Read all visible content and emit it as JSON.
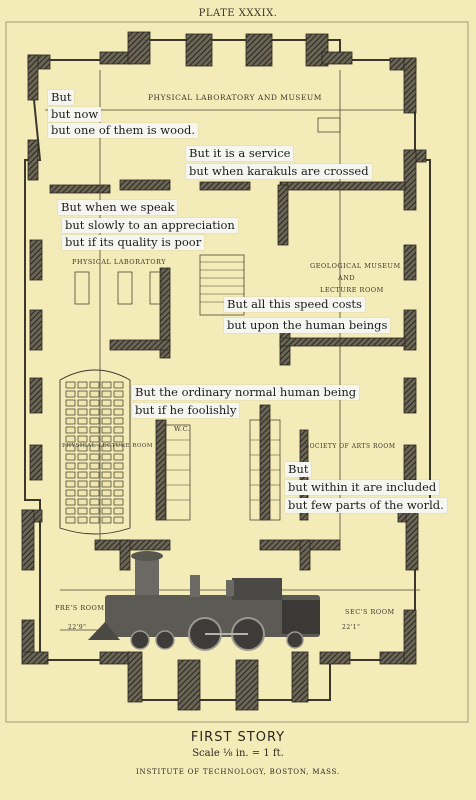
{
  "plate": "PLATE XXXIX.",
  "rooms": {
    "physical_lab_museum": "PHYSICAL LABORATORY AND MUSEUM",
    "physical_laboratory": "PHYSICAL LABORATORY",
    "geological_museum": "GEOLOGICAL MUSEUM",
    "and": "AND",
    "lecture_room": "LECTURE ROOM",
    "physical_lecture_room": "PHYSICAL LECTURE ROOM",
    "wc": "W.C.",
    "society_of_arts_room": "SOCIETY OF ARTS ROOM",
    "presidents_room": "PRE'S ROOM",
    "secretarys_room": "SEC'S ROOM"
  },
  "dimensions": {
    "d1": "22'9\"",
    "d2": "22'1\""
  },
  "clippings": [
    "But",
    "but now",
    "but one of them is wood.",
    "But it is a service",
    "but when karakuls are crossed",
    "But when we speak",
    "but slowly to an appreciation",
    "but if its quality is poor",
    "But all this speed costs",
    "but upon the human beings",
    "But the ordinary normal human being",
    "but if he foolishly",
    "But",
    "but within it are included",
    "but few parts of the world."
  ],
  "footer": {
    "title": "FIRST STORY",
    "scale": "Scale ⅛ in. = 1 ft.",
    "institute": "INSTITUTE OF TECHNOLOGY, BOSTON, MASS."
  }
}
